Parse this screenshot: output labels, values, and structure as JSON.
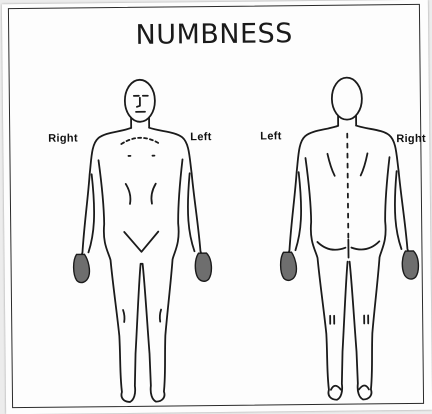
{
  "title": "NUMBNESS",
  "front_figure": {
    "label_left": "Right",
    "label_right": "Left"
  },
  "back_figure": {
    "label_left": "Left",
    "label_right": "Right"
  },
  "colors": {
    "ink": "#1b1b1b",
    "numb_shading": "#6e6e6e",
    "paper": "#fdfdfd"
  }
}
